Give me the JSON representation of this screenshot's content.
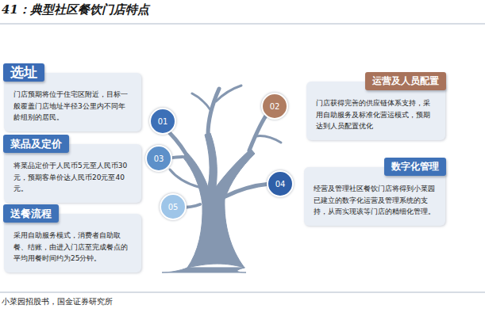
{
  "diagram": {
    "title": "41：典型社区餐饮门店特点",
    "caption": "小菜园招股书，国金证券研究所",
    "nodes": [
      {
        "text": [
          "选址",
          "门店预期将位于住宅区附近，目标一般覆盖门店地址半径3公里内不同年龄组别的居民。"
        ]
      },
      {
        "text": [
          "运营及人员配置",
          "门店获得完善的供应链体系支持，采用自助服务及标准化营运模式，预期达到人员配置优化"
        ]
      },
      {
        "text": [
          "菜品及定价",
          "将菜品定价于人民币5元至人民币30元，预期客单价达人民币20元至40元。"
        ]
      },
      {
        "text": [
          "数字化管理",
          "经营及管理社区餐饮门店将得到小菜园已建立的数字化运营及管理系统的支持，从而实现该等门店的精细化管理。"
        ]
      },
      {
        "text": [
          "送餐流程",
          "采用自助服务模式，消费者自助取餐、结账，由进入门店至完成餐点的平均用餐时间约为25分钟。"
        ]
      },
      {
        "text": [
          "01"
        ]
      },
      {
        "text": [
          "02"
        ]
      },
      {
        "text": [
          "03"
        ]
      },
      {
        "text": [
          "04"
        ]
      },
      {
        "text": [
          "05"
        ]
      }
    ]
  }
}
